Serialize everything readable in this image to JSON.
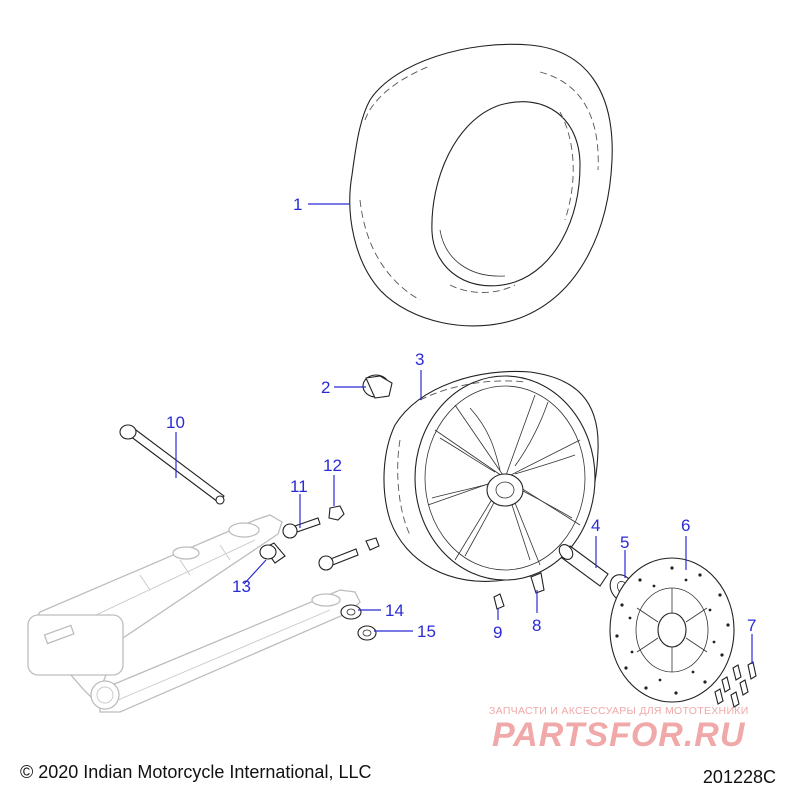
{
  "callouts": [
    "1",
    "2",
    "3",
    "4",
    "5",
    "6",
    "7",
    "8",
    "9",
    "10",
    "11",
    "12",
    "13",
    "14",
    "15"
  ],
  "footer": {
    "copyright": "© 2020 Indian Motorcycle International, LLC",
    "drawing_number": "201228C"
  },
  "watermark": {
    "tagline": "ЗАПЧАСТИ И АКСЕССУАРЫ ДЛЯ МОТОТЕХНИКИ",
    "logo_text": "PARTSFOR.RU",
    "color": "#f0a8a8"
  },
  "colors": {
    "callout": "#2b2bd6",
    "line_art": "#222222",
    "ghost_part": "#bdbdbd"
  }
}
